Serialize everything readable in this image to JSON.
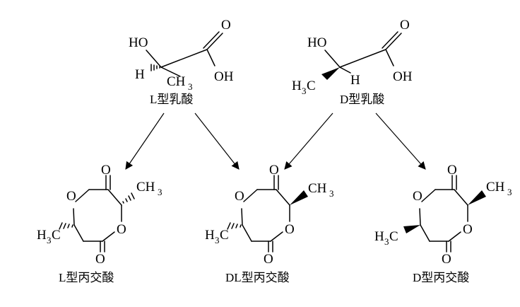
{
  "atoms": {
    "ho": "HO",
    "o": "O",
    "oh": "OH",
    "h": "H",
    "ch3_main": "CH",
    "h3c_main": "H",
    "c_letter": "C",
    "sub3": "3"
  },
  "captions": {
    "l_lactic_acid": "L型乳酸",
    "d_lactic_acid": "D型乳酸",
    "l_lactide": "L型丙交酸",
    "dl_lactide": "DL型丙交酸",
    "d_lactide": "D型丙交酸"
  }
}
